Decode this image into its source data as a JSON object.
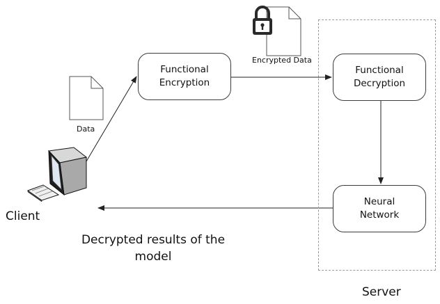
{
  "nodes": {
    "functional_encryption": {
      "line1": "Functional",
      "line2": "Encryption"
    },
    "functional_decryption": {
      "line1": "Functional",
      "line2": "Decryption"
    },
    "neural_network": {
      "line1": "Neural",
      "line2": "Network"
    }
  },
  "labels": {
    "data": "Data",
    "encrypted_data": "Encrypted Data",
    "client": "Client",
    "results": "Decrypted results of the model",
    "server": "Server"
  },
  "icons": {
    "data_document": "document-icon",
    "encrypted_document": "locked-document-icon",
    "client_computer": "computer-icon"
  },
  "colors": {
    "line": "#222222",
    "node_border": "#3c3c3c",
    "server_border": "#9a9a9a"
  }
}
